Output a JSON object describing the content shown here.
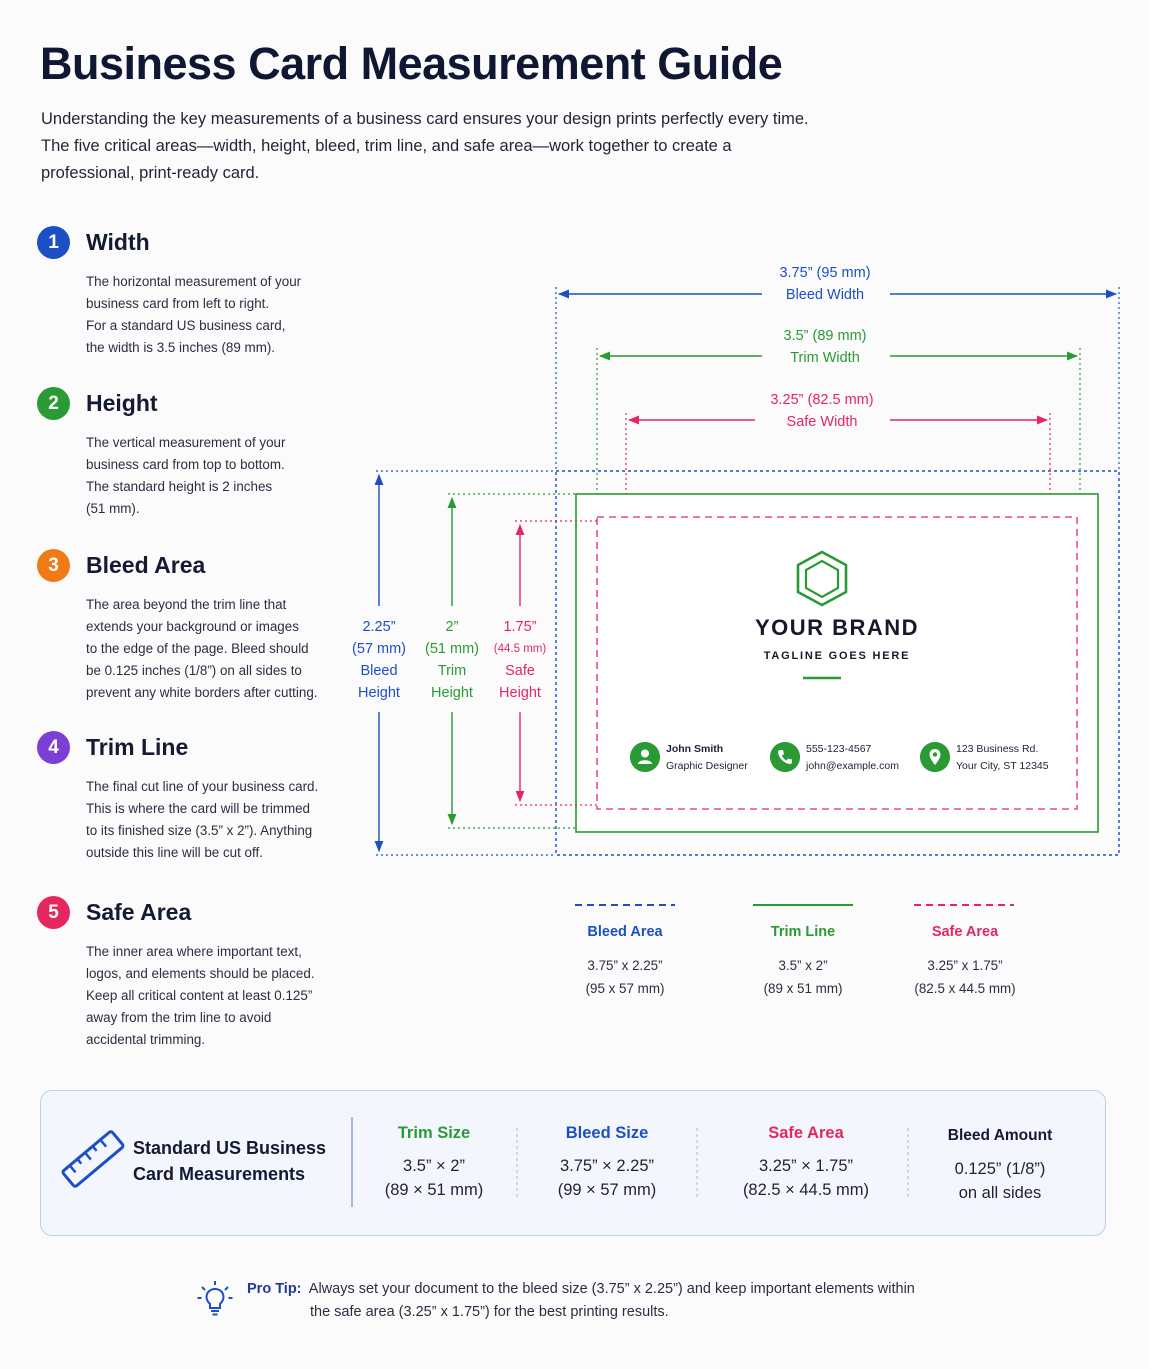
{
  "title": "Business Card Measurement Guide",
  "intro": [
    "Understanding the key measurements of a business card ensures your design prints perfectly every time.",
    "The five critical areas—width, height, bleed, trim line, and safe area—work together to create a",
    "professional, print-ready card."
  ],
  "steps": [
    {
      "num": "1",
      "title": "Width",
      "color": "#1d4fc4",
      "lines": [
        "The horizontal measurement of your",
        "business card from left to right.",
        "For a standard US business card,",
        "the width is 3.5 inches (89 mm)."
      ]
    },
    {
      "num": "2",
      "title": "Height",
      "color": "#2a9a35",
      "lines": [
        "The vertical measurement of your",
        "business card from top to bottom.",
        "The standard height is 2 inches",
        "(51 mm)."
      ]
    },
    {
      "num": "3",
      "title": "Bleed Area",
      "color": "#f07a14",
      "lines": [
        "The area beyond the trim line that",
        "extends your background or images",
        "to the edge of the page. Bleed should",
        "be 0.125 inches (1/8”) on all sides to",
        "prevent any white borders after cutting."
      ]
    },
    {
      "num": "4",
      "title": "Trim Line",
      "color": "#7b3fd6",
      "lines": [
        "The final cut line of your business card.",
        "This is where the card will be trimmed",
        "to its finished size (3.5” x 2”). Anything",
        "outside this line will be cut off."
      ]
    },
    {
      "num": "5",
      "title": "Safe Area",
      "color": "#e5275f",
      "lines": [
        "The inner area where important text,",
        "logos, and elements should be placed.",
        "Keep all critical content at least 0.125”",
        "away from the trim line to avoid",
        "accidental trimming."
      ]
    }
  ],
  "dims": {
    "bleed_width": {
      "value": "3.75” (95 mm)",
      "label": "Bleed Width"
    },
    "trim_width": {
      "value": "3.5” (89 mm)",
      "label": "Trim Width"
    },
    "safe_width": {
      "value": "3.25” (82.5 mm)",
      "label": "Safe Width"
    },
    "bleed_height": {
      "v1": "2.25”",
      "v2": "(57 mm)",
      "l1": "Bleed",
      "l2": "Height"
    },
    "trim_height": {
      "v1": "2”",
      "v2": "(51 mm)",
      "l1": "Trim",
      "l2": "Height"
    },
    "safe_height": {
      "v1": "1.75”",
      "v2": "(44.5 mm)",
      "l1": "Safe",
      "l2": "Height"
    }
  },
  "card": {
    "brand": "YOUR BRAND",
    "tagline": "TAGLINE GOES HERE",
    "person_name": "John Smith",
    "person_role": "Graphic Designer",
    "phone": "555-123-4567",
    "email": "john@example.com",
    "address1": "123 Business Rd.",
    "address2": "Your City, ST 12345"
  },
  "legend": [
    {
      "title": "Bleed Area",
      "color": "#1d4fc4",
      "v1": "3.75” x 2.25”",
      "v2": "(95 x 57 mm)"
    },
    {
      "title": "Trim Line",
      "color": "#2a9a35",
      "v1": "3.5” x 2”",
      "v2": "(89 x 51 mm)"
    },
    {
      "title": "Safe Area",
      "color": "#e5275f",
      "v1": "3.25” x 1.75”",
      "v2": "(82.5 x 44.5 mm)"
    }
  ],
  "summary": {
    "title_lines": [
      "Standard US Business",
      "Card Measurements"
    ],
    "columns": [
      {
        "title": "Trim Size",
        "color": "#2a9a35",
        "v1": "3.5” × 2”",
        "v2": "(89 × 51 mm)"
      },
      {
        "title": "Bleed Size",
        "color": "#1d4fc4",
        "v1": "3.75” × 2.25”",
        "v2": "(99 × 57 mm)"
      },
      {
        "title": "Safe Area",
        "color": "#e5275f",
        "v1": "3.25” × 1.75”",
        "v2": "(82.5 × 44.5 mm)"
      },
      {
        "title": "Bleed Amount",
        "color": "#141a33",
        "v1": "0.125” (1/8”)",
        "v2": "on all sides"
      }
    ]
  },
  "tip": {
    "label": "Pro Tip:",
    "line1": "Always set your document to the bleed size (3.75” x 2.25”) and keep important elements within",
    "line2": "the safe area (3.25” x 1.75”) for the best printing results."
  }
}
